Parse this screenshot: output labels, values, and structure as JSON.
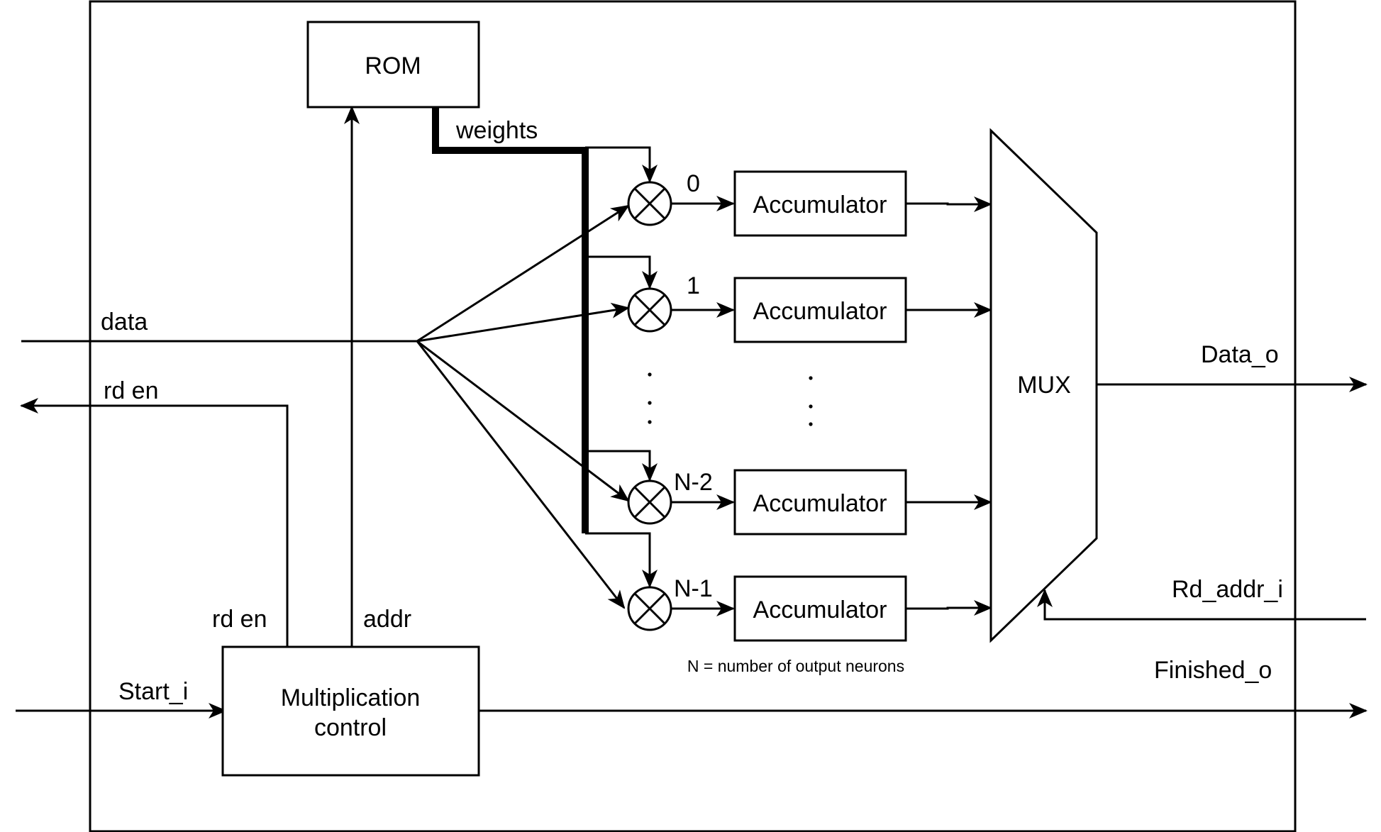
{
  "blocks": {
    "rom": "ROM",
    "mux": "MUX",
    "mult_control_line1": "Multiplication",
    "mult_control_line2": "control",
    "accumulator": "Accumulator"
  },
  "signals": {
    "weights": "weights",
    "data": "data",
    "rd_en_out": "rd en",
    "rd_en_ctrl": "rd en",
    "addr": "addr",
    "start_i": "Start_i",
    "data_o": "Data_o",
    "rd_addr_i": "Rd_addr_i",
    "finished_o": "Finished_o"
  },
  "neurons": [
    {
      "index": "0"
    },
    {
      "index": "1"
    },
    {
      "index": "N-2"
    },
    {
      "index": "N-1"
    }
  ],
  "note": "N = number of output neurons"
}
